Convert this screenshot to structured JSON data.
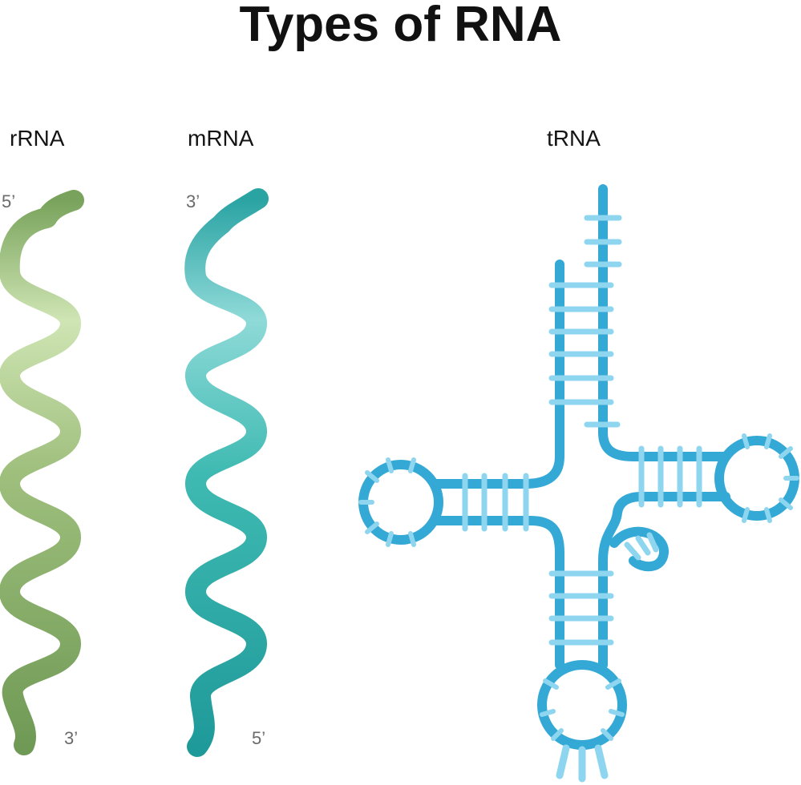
{
  "title": "Types of RNA",
  "rrna": {
    "label": "rRNA",
    "top_end": "5’",
    "bottom_end": "3’"
  },
  "mrna": {
    "label": "mRNA",
    "top_end": "3’",
    "bottom_end": "5’"
  },
  "trna": {
    "label": "tRNA"
  },
  "colors": {
    "rrna_light": "#cfe5b4",
    "rrna_dark": "#6f9a55",
    "mrna_light": "#8fdad8",
    "mrna_dark": "#1f9a9a",
    "trna_strand": "#35a9d6",
    "trna_rung": "#8ed5ef"
  }
}
